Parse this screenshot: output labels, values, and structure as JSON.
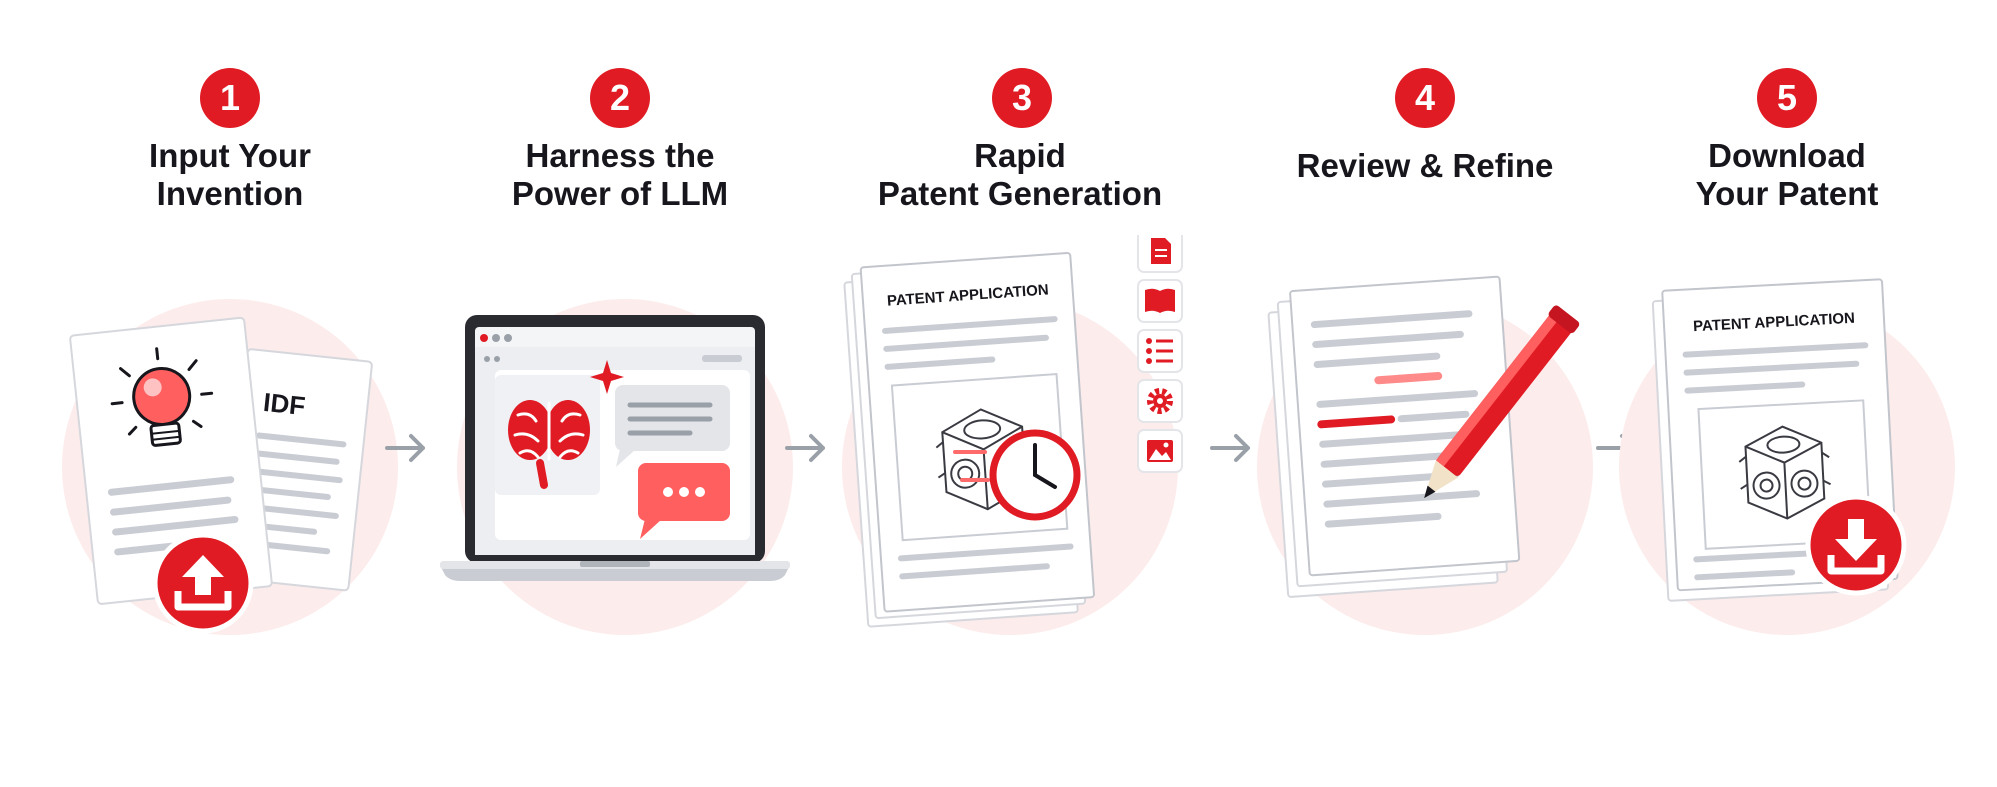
{
  "steps": [
    {
      "number": "1",
      "title_line1": "Input Your",
      "title_line2": "Invention",
      "doc_label": "IDF"
    },
    {
      "number": "2",
      "title_line1": "Harness the",
      "title_line2": "Power of LLM"
    },
    {
      "number": "3",
      "title_line1": "Rapid",
      "title_line2": "Patent Generation",
      "doc_label": "PATENT APPLICATION"
    },
    {
      "number": "4",
      "title_line1": "Review & Refine"
    },
    {
      "number": "5",
      "title_line1": "Download",
      "title_line2": "Your Patent",
      "doc_label": "PATENT APPLICATION"
    }
  ],
  "colors": {
    "accent": "#e01b24",
    "accent_light": "#ff6b6b",
    "circle_bg": "#fdecec",
    "text": "#16161c",
    "line_gray": "#c9ccd3",
    "arrow": "#9aa0a8"
  },
  "icons": [
    "lightbulb-icon",
    "upload-icon",
    "brain-icon",
    "sparkle-icon",
    "chat-icon",
    "document-icon",
    "book-icon",
    "list-icon",
    "gear-icon",
    "image-icon",
    "clock-icon",
    "pencil-icon",
    "download-icon",
    "cube-drawing"
  ]
}
